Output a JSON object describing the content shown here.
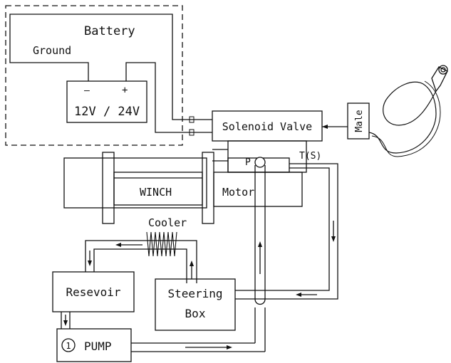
{
  "battery": {
    "title": "Battery",
    "ground_label": "Ground",
    "minus_sign": "–",
    "plus_sign": "+",
    "voltage": "12V / 24V"
  },
  "solenoid": {
    "label": "Solenoid Valve"
  },
  "connector": {
    "label": "Male"
  },
  "winch": {
    "winch_label": "WINCH",
    "motor_label": "Motor",
    "port_p": "P",
    "port_t": "T(S)"
  },
  "cooler": {
    "label": "Cooler"
  },
  "reservoir": {
    "label": "Resevoir"
  },
  "steering": {
    "line1": "Steering",
    "line2": "Box"
  },
  "pump": {
    "number": "1",
    "label": "PUMP"
  },
  "colors": {
    "line": "#111111",
    "background": "#ffffff"
  }
}
